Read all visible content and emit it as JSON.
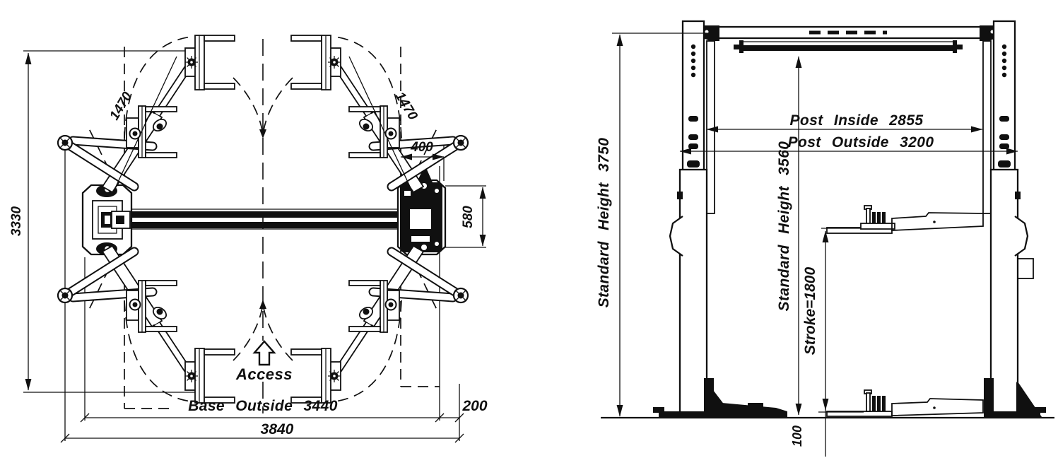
{
  "drawing": {
    "background": "#ffffff",
    "line_color": "#101010",
    "plan_view": {
      "dims": {
        "overall_width_label": "3330",
        "arm_length_left": "1470",
        "arm_length_right": "1470",
        "post_width": "400",
        "baseplate_depth": "580",
        "access": "Access",
        "base_outside": "Base Outside 3440",
        "side_offset": "200",
        "overall_length": "3840"
      }
    },
    "elevation_view": {
      "dims": {
        "standard_height_overall": "Standard Height 3750",
        "post_inside": "Post Inside 2855",
        "post_outside": "Post Outside 3200",
        "standard_height_clear": "Standard Height 3560",
        "stroke": "Stroke=1800",
        "pad_min_height": "100"
      }
    }
  }
}
